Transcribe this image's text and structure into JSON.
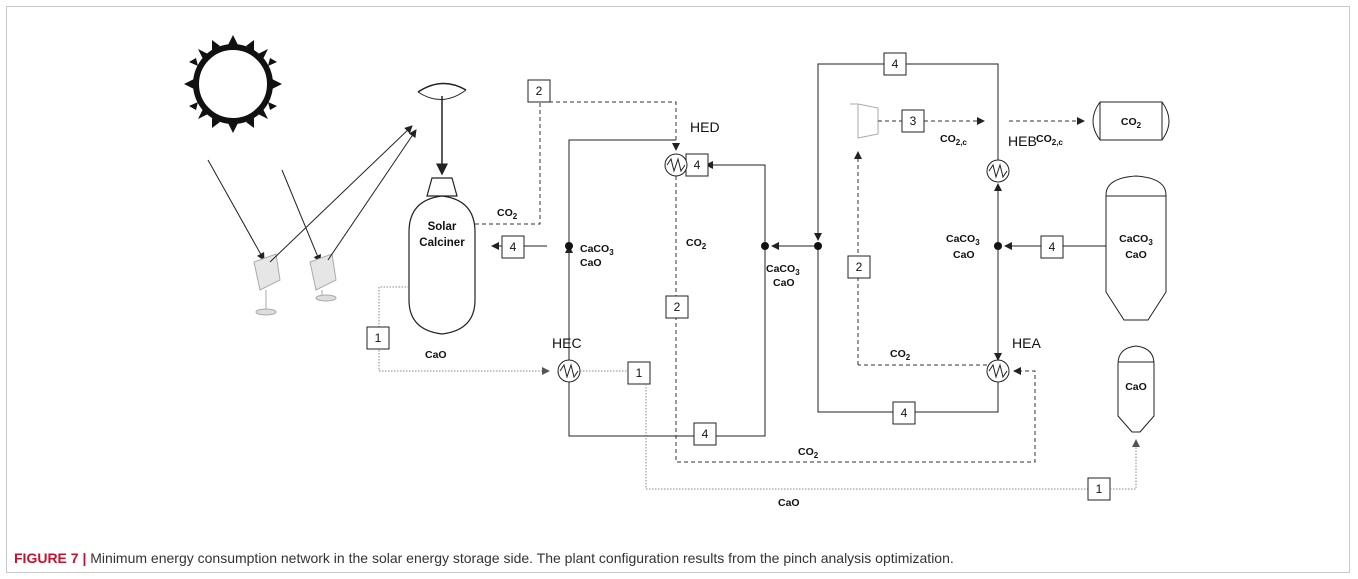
{
  "caption": {
    "label": "FIGURE 7 |",
    "text": " Minimum energy consumption network in the solar energy storage side. The plant configuration results from the pinch analysis optimization."
  },
  "heat_exchangers": {
    "hea": "HEA",
    "heb": "HEB",
    "hec": "HEC",
    "hed": "HED"
  },
  "calciner": {
    "line1": "Solar",
    "line2": "Calciner"
  },
  "tanks": {
    "co2": "CO",
    "co2_sub": "2",
    "caco3": "CaCO",
    "caco3_sub": "3",
    "cao_mixed": "CaO",
    "cao": "CaO"
  },
  "stream_numbers": {
    "n1a": "1",
    "n1b": "1",
    "n1c": "1",
    "n2a": "2",
    "n2b": "2",
    "n2c": "2",
    "n3": "3",
    "n4a": "4",
    "n4b": "4",
    "n4c": "4",
    "n4d": "4",
    "n4e": "4",
    "n4f": "4"
  },
  "stream_labels": {
    "co2": "CO",
    "co2_sub": "2",
    "co2c_sub": "2,c",
    "caco3": "CaCO",
    "caco3_sub": "3",
    "cao": "CaO"
  },
  "colors": {
    "caption_lead": "#c8102e",
    "line": "#222222",
    "mirror": "#bbbbbb"
  }
}
